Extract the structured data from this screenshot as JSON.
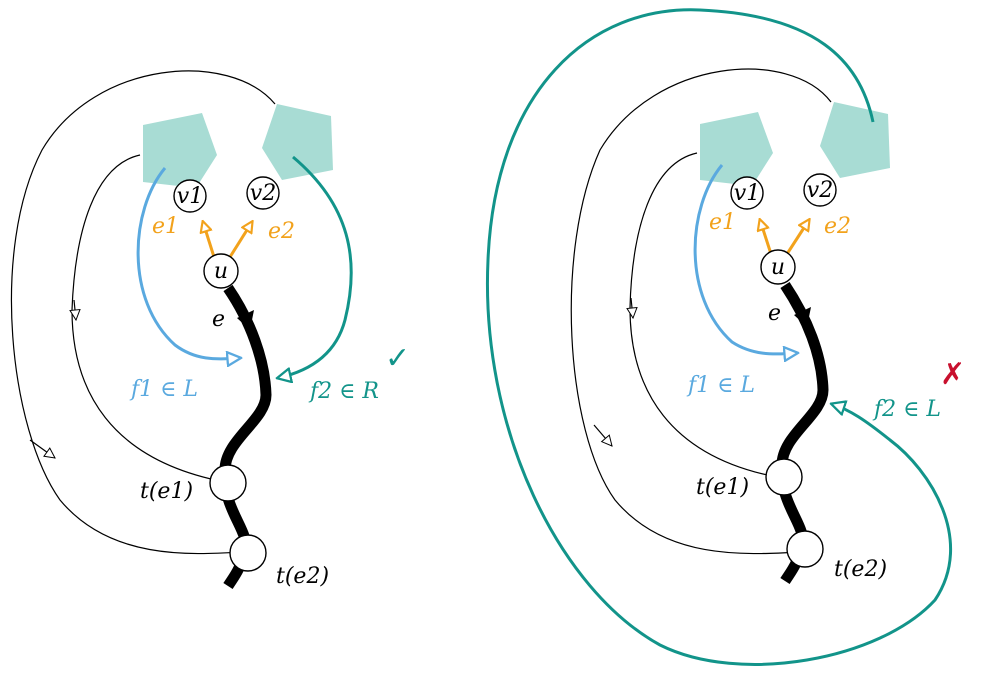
{
  "colors": {
    "blue": "#5aa9df",
    "teal": "#12948a",
    "orange": "#f2a21c",
    "region": "#a8dcd4",
    "check": "#12948a",
    "cross": "#c8102e",
    "black": "#000000"
  },
  "left_panel": {
    "labels": {
      "v1": "v1",
      "v2": "v2",
      "u": "u",
      "e": "e",
      "e1": "e1",
      "e2": "e2",
      "f1": "f1 ∈ L",
      "f2": "f2 ∈ R",
      "t1": "t(e1)",
      "t2": "t(e2)"
    },
    "mark": "✓"
  },
  "right_panel": {
    "labels": {
      "v1": "v1",
      "v2": "v2",
      "u": "u",
      "e": "e",
      "e1": "e1",
      "e2": "e2",
      "f1": "f1 ∈ L",
      "f2": "f2 ∈ L",
      "t1": "t(e1)",
      "t2": "t(e2)"
    },
    "mark": "✗"
  }
}
